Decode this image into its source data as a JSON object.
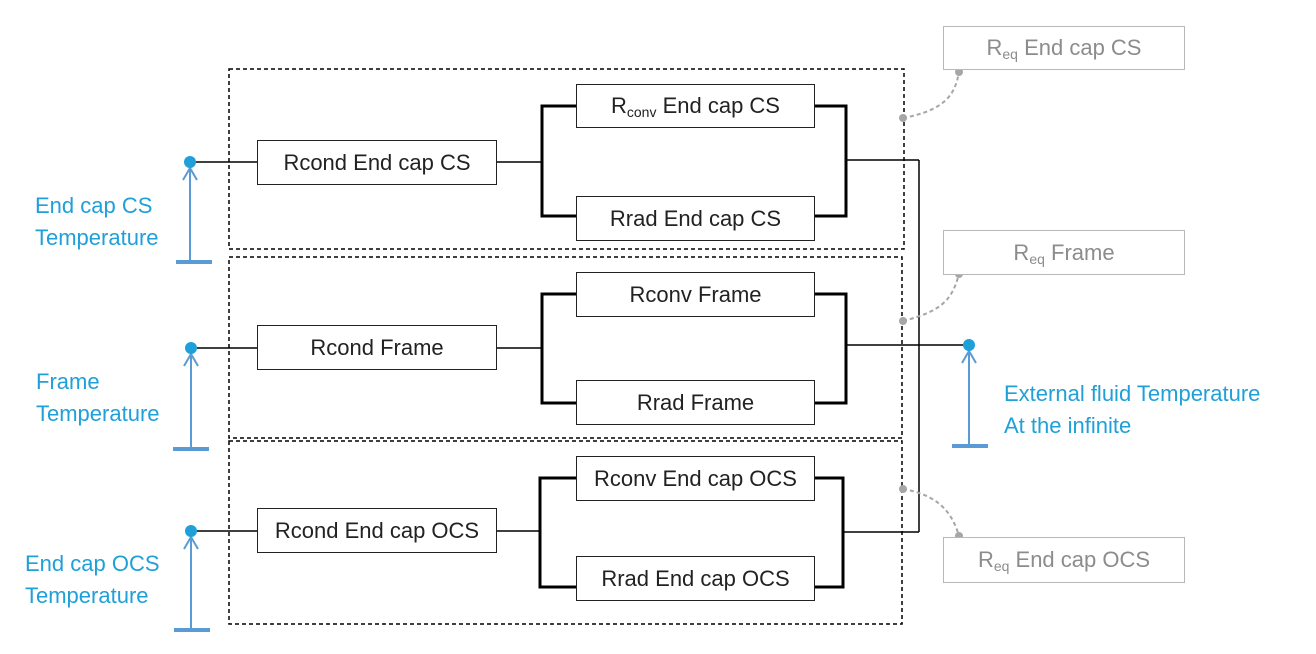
{
  "colors": {
    "wire": "#000000",
    "box_border": "#222222",
    "dashed_group": "#000000",
    "temperature": "#1fa0d8",
    "source_symbol": "#5b9bd5",
    "req_text": "#8c8c8c",
    "req_border": "#b8b8b8",
    "req_leader": "#a6a6a6"
  },
  "groups": [
    {
      "id": "end-cap-cs",
      "temperature_label": [
        "End cap CS",
        "Temperature"
      ],
      "rcond": "Rcond End cap CS",
      "rconv": {
        "main": "R",
        "sub": "conv",
        "rest": " End cap CS"
      },
      "rrad": "Rrad End cap CS",
      "req": {
        "main": "R",
        "sub": "eq",
        "rest": " End cap CS"
      }
    },
    {
      "id": "frame",
      "temperature_label": [
        "Frame",
        "Temperature"
      ],
      "rcond": "Rcond Frame",
      "rconv": {
        "main": "Rconv Frame",
        "sub": "",
        "rest": ""
      },
      "rrad": "Rrad Frame",
      "req": {
        "main": "R",
        "sub": "eq",
        "rest": " Frame"
      }
    },
    {
      "id": "end-cap-ocs",
      "temperature_label": [
        "End cap OCS",
        "Temperature"
      ],
      "rcond": "Rcond End cap OCS",
      "rconv": {
        "main": "Rconv End cap OCS",
        "sub": "",
        "rest": ""
      },
      "rrad": "Rrad End cap OCS",
      "req": {
        "main": "R",
        "sub": "eq",
        "rest": " End cap OCS"
      }
    }
  ],
  "external": {
    "temperature_label": [
      "External fluid Temperature",
      "At the infinite"
    ]
  }
}
